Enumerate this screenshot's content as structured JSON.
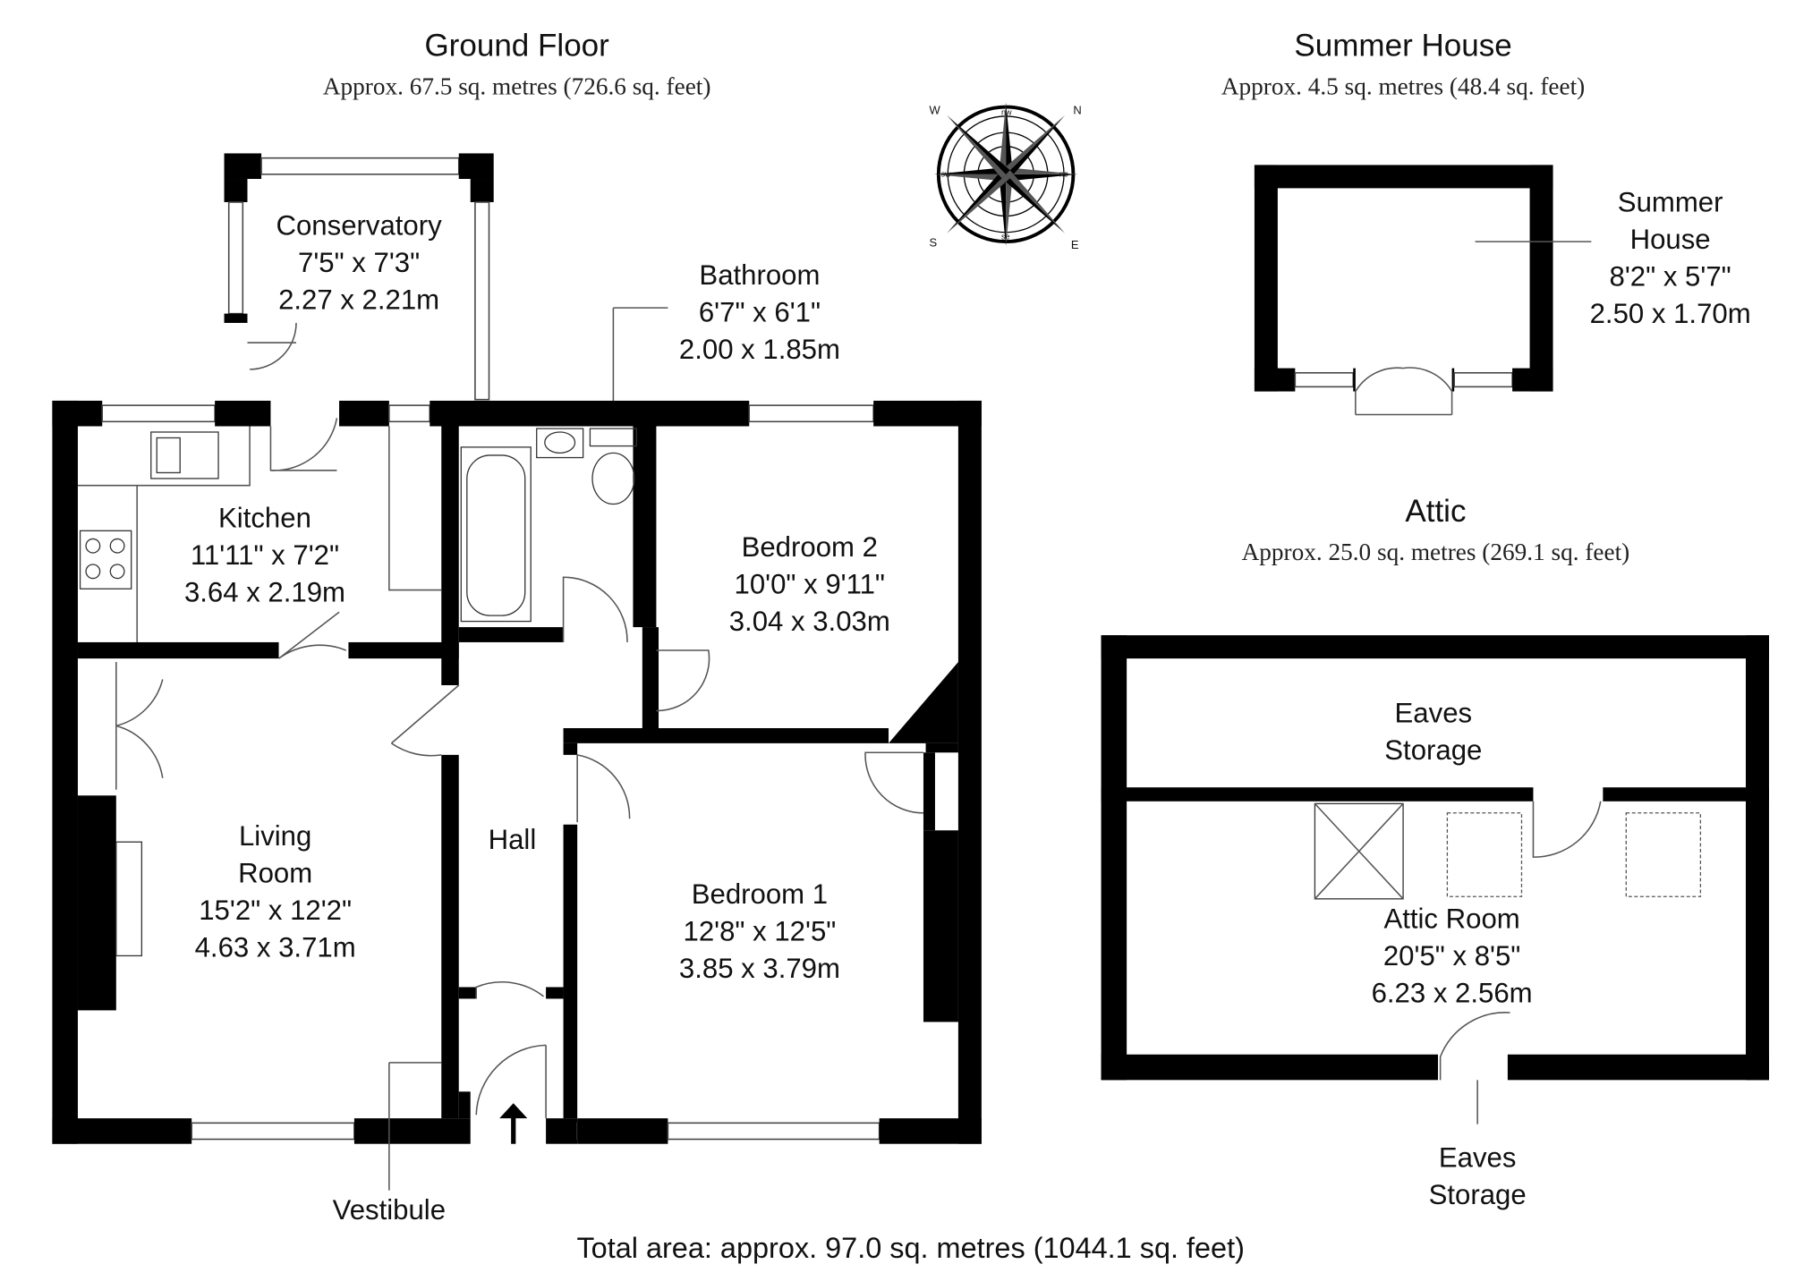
{
  "ground_floor": {
    "title": "Ground Floor",
    "area": "Approx. 67.5 sq. metres (726.6 sq. feet)",
    "rooms": {
      "conservatory": {
        "name": "Conservatory",
        "imperial": "7'5\" x 7'3\"",
        "metric": "2.27 x 2.21m"
      },
      "bathroom": {
        "name": "Bathroom",
        "imperial": "6'7\" x 6'1\"",
        "metric": "2.00 x 1.85m"
      },
      "kitchen": {
        "name": "Kitchen",
        "imperial": "11'11\" x 7'2\"",
        "metric": "3.64 x 2.19m"
      },
      "bedroom2": {
        "name": "Bedroom 2",
        "imperial": "10'0\" x 9'11\"",
        "metric": "3.04 x 3.03m"
      },
      "living": {
        "name1": "Living",
        "name2": "Room",
        "imperial": "15'2\" x 12'2\"",
        "metric": "4.63 x 3.71m"
      },
      "hall": {
        "name": "Hall"
      },
      "bedroom1": {
        "name": "Bedroom 1",
        "imperial": "12'8\" x 12'5\"",
        "metric": "3.85 x 3.79m"
      },
      "vestibule": {
        "name": "Vestibule"
      }
    }
  },
  "compass": {
    "labels": {
      "n": "N",
      "s": "S",
      "e": "E",
      "w": "W",
      "nw": "nw",
      "ne": "ne",
      "sw": "sw",
      "se": "se"
    }
  },
  "summer_house": {
    "title": "Summer House",
    "area": "Approx. 4.5 sq. metres (48.4 sq. feet)",
    "room": {
      "name1": "Summer",
      "name2": "House",
      "imperial": "8'2\" x 5'7\"",
      "metric": "2.50 x 1.70m"
    }
  },
  "attic": {
    "title": "Attic",
    "area": "Approx. 25.0 sq. metres (269.1 sq. feet)",
    "eaves_top": {
      "line1": "Eaves",
      "line2": "Storage"
    },
    "room": {
      "name": "Attic Room",
      "imperial": "20'5\" x 8'5\"",
      "metric": "6.23 x 2.56m"
    },
    "eaves_bottom": {
      "line1": "Eaves",
      "line2": "Storage"
    }
  },
  "total_area": "Total area: approx. 97.0 sq. metres (1044.1 sq. feet)"
}
